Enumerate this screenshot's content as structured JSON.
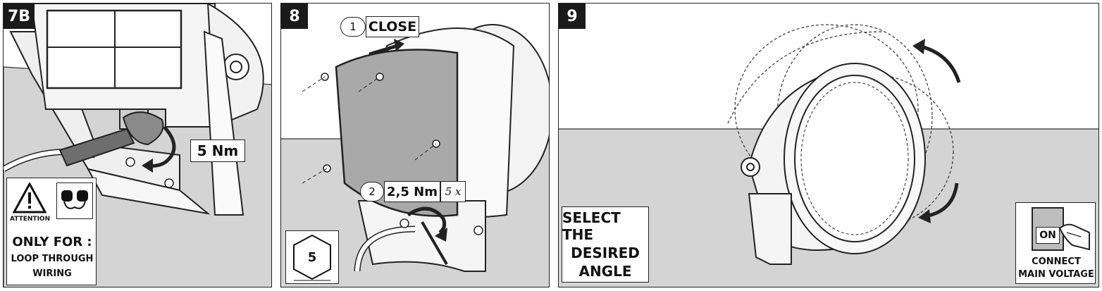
{
  "panels": [
    {
      "step": "7B",
      "torque": "5 Nm",
      "attention_label": "ATTENTION",
      "only_for": "ONLY FOR :",
      "wiring_line1": "LOOP THROUGH",
      "wiring_line2": "WIRING"
    },
    {
      "step": "8",
      "seq1_number": "1",
      "seq1_action": "CLOSE",
      "seq2_number": "2",
      "seq2_torque": "2,5 Nm",
      "seq2_count": "5 x",
      "hex_size": "5"
    },
    {
      "step": "9",
      "select_line1": "SELECT THE",
      "select_line2": "DESIRED",
      "select_line3": "ANGLE",
      "switch_label": "ON",
      "connect_line1": "CONNECT",
      "connect_line2": "MAIN VOLTAGE"
    }
  ]
}
